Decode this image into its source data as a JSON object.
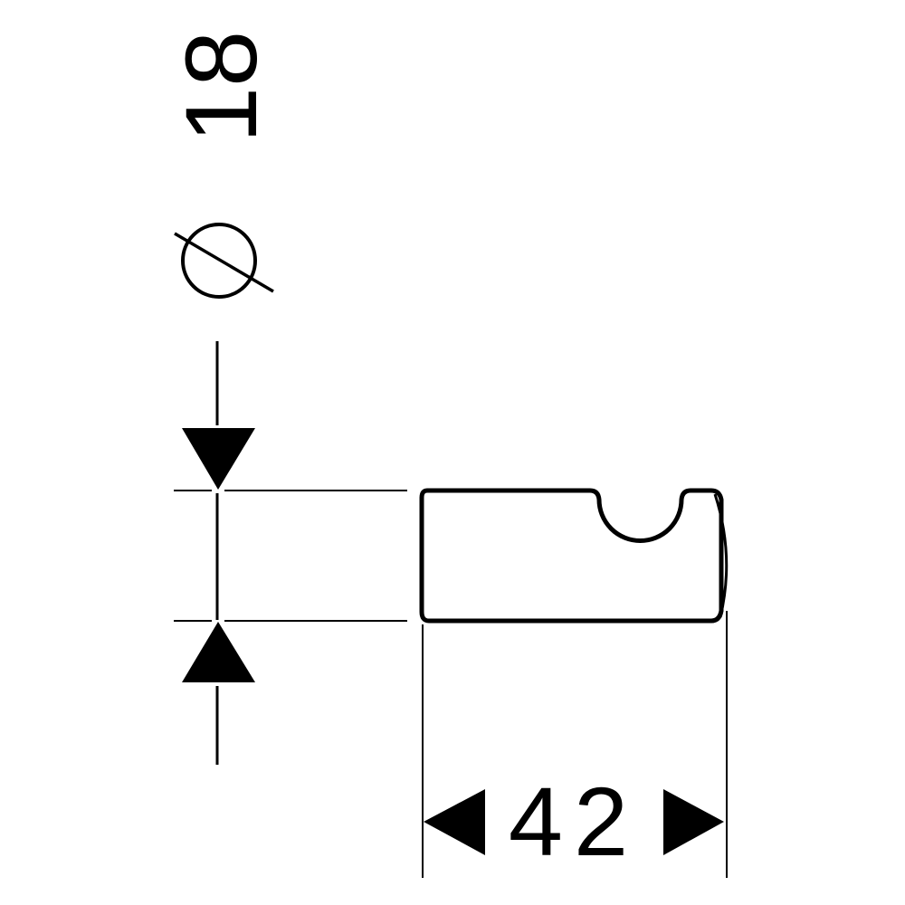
{
  "drawing": {
    "type": "technical dimension drawing",
    "subject": "hook (side view)",
    "colors": {
      "line": "#000000",
      "background": "#ffffff"
    }
  },
  "dimensions": {
    "vertical": {
      "symbol": "Ø",
      "value": "18",
      "label": "Ø18",
      "orientation": "rotated 90° counter-clockwise"
    },
    "horizontal": {
      "value": "42",
      "label": "42"
    }
  },
  "labels": {
    "vertical_value": "18",
    "horizontal_value": "42"
  }
}
